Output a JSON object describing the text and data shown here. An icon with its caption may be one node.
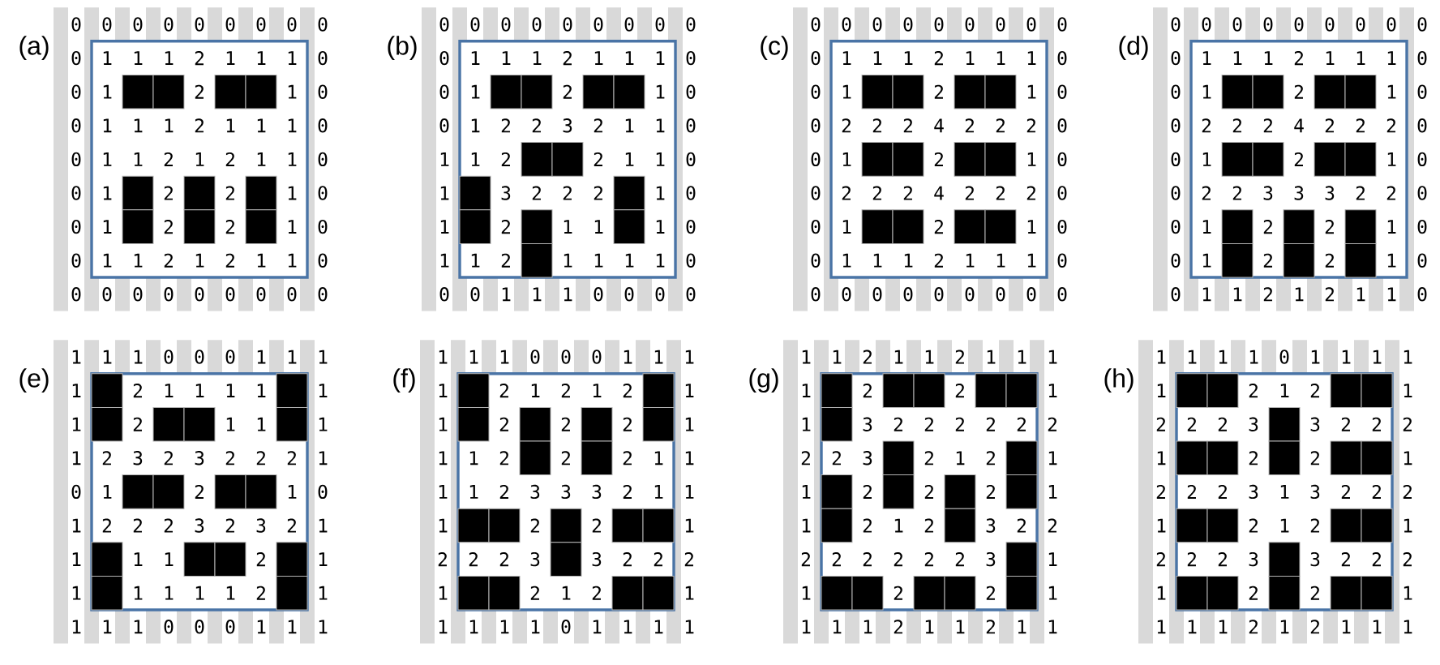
{
  "diagram": {
    "labels": [
      "(a)",
      "0",
      "0",
      "0",
      "0",
      "0",
      "0",
      "0",
      "0",
      "0",
      "0",
      "1",
      "1",
      "1",
      "2",
      "1",
      "1",
      "1",
      "0",
      "0",
      "1",
      "2",
      "1",
      "0",
      "0",
      "1",
      "1",
      "1",
      "2",
      "1",
      "1",
      "1",
      "0",
      "0",
      "1",
      "1",
      "2",
      "1",
      "2",
      "1",
      "1",
      "0",
      "0",
      "1",
      "2",
      "2",
      "1",
      "0",
      "0",
      "1",
      "2",
      "2",
      "1",
      "0",
      "0",
      "1",
      "1",
      "2",
      "1",
      "2",
      "1",
      "1",
      "0",
      "0",
      "0",
      "0",
      "0",
      "0",
      "0",
      "0",
      "0",
      "0",
      "(b)",
      "0",
      "0",
      "0",
      "0",
      "0",
      "0",
      "0",
      "0",
      "0",
      "0",
      "1",
      "1",
      "1",
      "2",
      "1",
      "1",
      "1",
      "0",
      "0",
      "1",
      "2",
      "1",
      "0",
      "0",
      "1",
      "2",
      "2",
      "3",
      "2",
      "1",
      "1",
      "0",
      "1",
      "1",
      "2",
      "2",
      "1",
      "1",
      "0",
      "1",
      "3",
      "2",
      "2",
      "2",
      "1",
      "0",
      "1",
      "2",
      "1",
      "1",
      "1",
      "0",
      "1",
      "1",
      "2",
      "1",
      "1",
      "1",
      "1",
      "0",
      "0",
      "0",
      "1",
      "1",
      "1",
      "0",
      "0",
      "0",
      "0",
      "(c)",
      "0",
      "0",
      "0",
      "0",
      "0",
      "0",
      "0",
      "0",
      "0",
      "0",
      "1",
      "1",
      "1",
      "2",
      "1",
      "1",
      "1",
      "0",
      "0",
      "1",
      "2",
      "1",
      "0",
      "0",
      "2",
      "2",
      "2",
      "4",
      "2",
      "2",
      "2",
      "0",
      "0",
      "1",
      "2",
      "1",
      "0",
      "0",
      "2",
      "2",
      "2",
      "4",
      "2",
      "2",
      "2",
      "0",
      "0",
      "1",
      "2",
      "1",
      "0",
      "0",
      "1",
      "1",
      "1",
      "2",
      "1",
      "1",
      "1",
      "0",
      "0",
      "0",
      "0",
      "0",
      "0",
      "0",
      "0",
      "0",
      "0",
      "(d)",
      "0",
      "0",
      "0",
      "0",
      "0",
      "0",
      "0",
      "0",
      "0",
      "0",
      "1",
      "1",
      "1",
      "2",
      "1",
      "1",
      "1",
      "0",
      "0",
      "1",
      "2",
      "1",
      "0",
      "0",
      "2",
      "2",
      "2",
      "4",
      "2",
      "2",
      "2",
      "0",
      "0",
      "1",
      "2",
      "1",
      "0",
      "0",
      "2",
      "2",
      "3",
      "3",
      "3",
      "2",
      "2",
      "0",
      "0",
      "1",
      "2",
      "2",
      "1",
      "0",
      "0",
      "1",
      "2",
      "2",
      "1",
      "0",
      "0",
      "1",
      "1",
      "2",
      "1",
      "2",
      "1",
      "1",
      "0",
      "(e)",
      "1",
      "1",
      "1",
      "0",
      "0",
      "0",
      "1",
      "1",
      "1",
      "1",
      "2",
      "1",
      "1",
      "1",
      "1",
      "1",
      "1",
      "2",
      "1",
      "1",
      "1",
      "1",
      "2",
      "3",
      "2",
      "3",
      "2",
      "2",
      "2",
      "1",
      "0",
      "1",
      "2",
      "1",
      "0",
      "1",
      "2",
      "2",
      "2",
      "3",
      "2",
      "3",
      "2",
      "1",
      "1",
      "1",
      "1",
      "2",
      "1",
      "1",
      "1",
      "1",
      "1",
      "1",
      "2",
      "1",
      "1",
      "1",
      "1",
      "0",
      "0",
      "0",
      "1",
      "1",
      "1",
      "(f)",
      "1",
      "1",
      "1",
      "0",
      "0",
      "0",
      "1",
      "1",
      "1",
      "1",
      "2",
      "1",
      "2",
      "1",
      "2",
      "1",
      "1",
      "2",
      "2",
      "2",
      "1",
      "1",
      "1",
      "2",
      "2",
      "2",
      "1",
      "1",
      "1",
      "1",
      "2",
      "3",
      "3",
      "3",
      "2",
      "1",
      "1",
      "1",
      "2",
      "2",
      "1",
      "2",
      "2",
      "2",
      "3",
      "3",
      "2",
      "2",
      "2",
      "1",
      "2",
      "1",
      "2",
      "1",
      "1",
      "1",
      "1",
      "1",
      "0",
      "1",
      "1",
      "1",
      "1",
      "(g)",
      "1",
      "1",
      "2",
      "1",
      "1",
      "2",
      "1",
      "1",
      "1",
      "1",
      "2",
      "2",
      "1",
      "1",
      "3",
      "2",
      "2",
      "2",
      "2",
      "2",
      "2",
      "2",
      "2",
      "3",
      "2",
      "1",
      "2",
      "1",
      "1",
      "2",
      "2",
      "2",
      "1",
      "1",
      "2",
      "1",
      "2",
      "3",
      "2",
      "2",
      "2",
      "2",
      "2",
      "2",
      "2",
      "2",
      "3",
      "1",
      "1",
      "2",
      "2",
      "1",
      "1",
      "1",
      "1",
      "2",
      "1",
      "1",
      "2",
      "1",
      "1",
      "(h)",
      "1",
      "1",
      "1",
      "1",
      "0",
      "1",
      "1",
      "1",
      "1",
      "1",
      "2",
      "1",
      "2",
      "1",
      "2",
      "2",
      "2",
      "3",
      "3",
      "2",
      "2",
      "2",
      "1",
      "2",
      "2",
      "1",
      "2",
      "2",
      "2",
      "3",
      "1",
      "3",
      "2",
      "2",
      "2",
      "1",
      "2",
      "1",
      "2",
      "1",
      "2",
      "2",
      "2",
      "3",
      "3",
      "2",
      "2",
      "2",
      "1",
      "2",
      "2",
      "1",
      "1",
      "1",
      "1",
      "2",
      "1",
      "2",
      "1",
      "1",
      "1"
    ]
  }
}
